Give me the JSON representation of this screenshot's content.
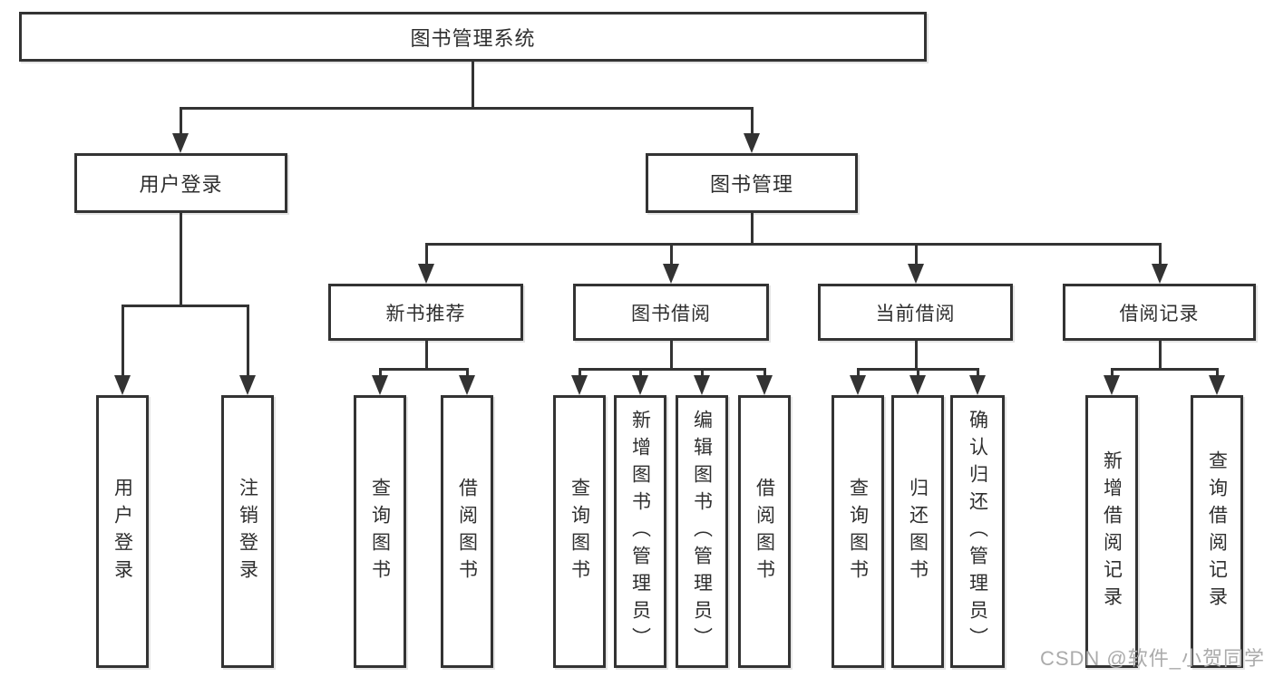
{
  "diagram": {
    "type": "tree",
    "root": {
      "label": "图书管理系统",
      "children": [
        {
          "label": "用户登录",
          "children": [
            {
              "label": "用户登录"
            },
            {
              "label": "注销登录"
            }
          ]
        },
        {
          "label": "图书管理",
          "children": [
            {
              "label": "新书推荐",
              "children": [
                {
                  "label": "查询图书"
                },
                {
                  "label": "借阅图书"
                }
              ]
            },
            {
              "label": "图书借阅",
              "children": [
                {
                  "label": "查询图书"
                },
                {
                  "label": "新增图书（管理员）"
                },
                {
                  "label": "编辑图书（管理员）"
                },
                {
                  "label": "借阅图书"
                }
              ]
            },
            {
              "label": "当前借阅",
              "children": [
                {
                  "label": "查询图书"
                },
                {
                  "label": "归还图书"
                },
                {
                  "label": "确认归还（管理员）"
                }
              ]
            },
            {
              "label": "借阅记录",
              "children": [
                {
                  "label": "新增借阅记录"
                },
                {
                  "label": "查询借阅记录"
                }
              ]
            }
          ]
        }
      ]
    }
  },
  "watermark": {
    "text": "CSDN @软件_小贺同学"
  },
  "colors": {
    "line": "#333333",
    "box_border": "#333333",
    "text": "#2f2f2f",
    "watermark": "#ababab",
    "background": "#ffffff"
  }
}
